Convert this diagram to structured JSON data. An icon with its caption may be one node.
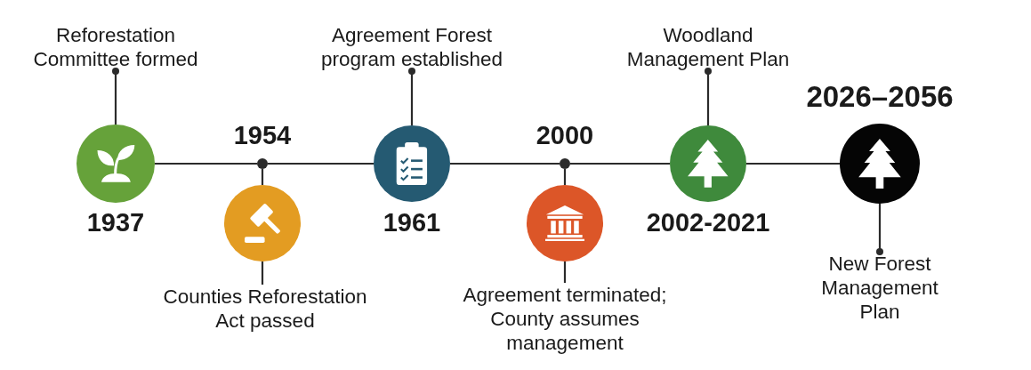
{
  "diagram": {
    "nodes": [
      {
        "text": [
          "Reforestation Committee formed"
        ]
      },
      {
        "text": [],
        "shape": "circle",
        "beside": [
          "1937"
        ]
      },
      {
        "text": [],
        "shape": "circle",
        "beside": [
          "1954"
        ]
      },
      {
        "text": [],
        "shape": "circle"
      },
      {
        "text": [
          "Counties Reforestation Act passed"
        ]
      },
      {
        "text": [
          "Agreement Forest program established"
        ]
      },
      {
        "text": [],
        "shape": "circle",
        "beside": [
          "1961"
        ]
      },
      {
        "text": [],
        "shape": "circle",
        "beside": [
          "2000"
        ]
      },
      {
        "text": [],
        "shape": "circle"
      },
      {
        "text": [
          "Agreement terminated; County assumes management"
        ]
      },
      {
        "text": [
          "Woodland Management Plan"
        ]
      },
      {
        "text": [],
        "shape": "circle",
        "beside": [
          "2002-2021"
        ]
      },
      {
        "text": [],
        "shape": "circle",
        "beside": [
          "2026–2056"
        ]
      },
      {
        "text": [
          "New Forest Management Plan"
        ]
      }
    ],
    "edges": [
      {
        "from": 0,
        "to": 1,
        "arrow": "other"
      },
      {
        "from": 1,
        "to": 2,
        "arrow": "none"
      },
      {
        "from": 2,
        "to": 3,
        "arrow": "none"
      },
      {
        "from": 3,
        "to": 4,
        "arrow": "none"
      },
      {
        "from": 2,
        "to": 6,
        "arrow": "none"
      },
      {
        "from": 5,
        "to": 6,
        "arrow": "other"
      },
      {
        "from": 6,
        "to": 7,
        "arrow": "none"
      },
      {
        "from": 7,
        "to": 8,
        "arrow": "none"
      },
      {
        "from": 8,
        "to": 9,
        "arrow": "none"
      },
      {
        "from": 7,
        "to": 11,
        "arrow": "none"
      },
      {
        "from": 10,
        "to": 11,
        "arrow": "other"
      },
      {
        "from": 11,
        "to": 12,
        "arrow": "none"
      },
      {
        "from": 13,
        "to": 12,
        "arrow": "other"
      }
    ]
  }
}
